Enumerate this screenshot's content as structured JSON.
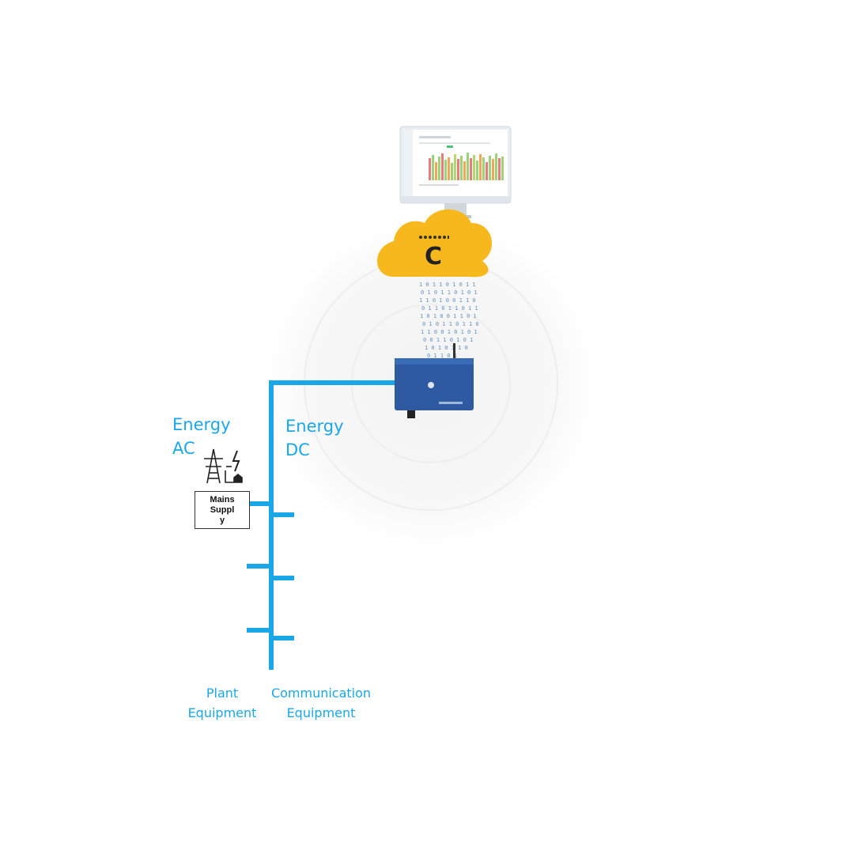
{
  "labels": {
    "energy_ac": [
      "Energy",
      "AC"
    ],
    "energy_dc": [
      "Energy",
      "DC"
    ],
    "mains_supply": [
      "Mains",
      "Suppl",
      "y"
    ],
    "plant_equipment": [
      "Plant",
      "Equipment"
    ],
    "communication_equipment": [
      "Communication",
      "Equipment"
    ],
    "cloud_letter": "C"
  },
  "colors": {
    "bus_line": "#1aa7e8",
    "cloud": "#f6b81c",
    "gateway": "#2d5aa0",
    "label_text": "#1aa7e8",
    "ground_grass": "#9aa238"
  },
  "icons": [
    "monitor-icon",
    "cloud-icon",
    "gateway-device-icon",
    "cell-tower-icon",
    "equipment-shelter-icon",
    "power-pylon-icon",
    "generator-icon",
    "air-conditioner-icon",
    "rectifier-icon"
  ]
}
